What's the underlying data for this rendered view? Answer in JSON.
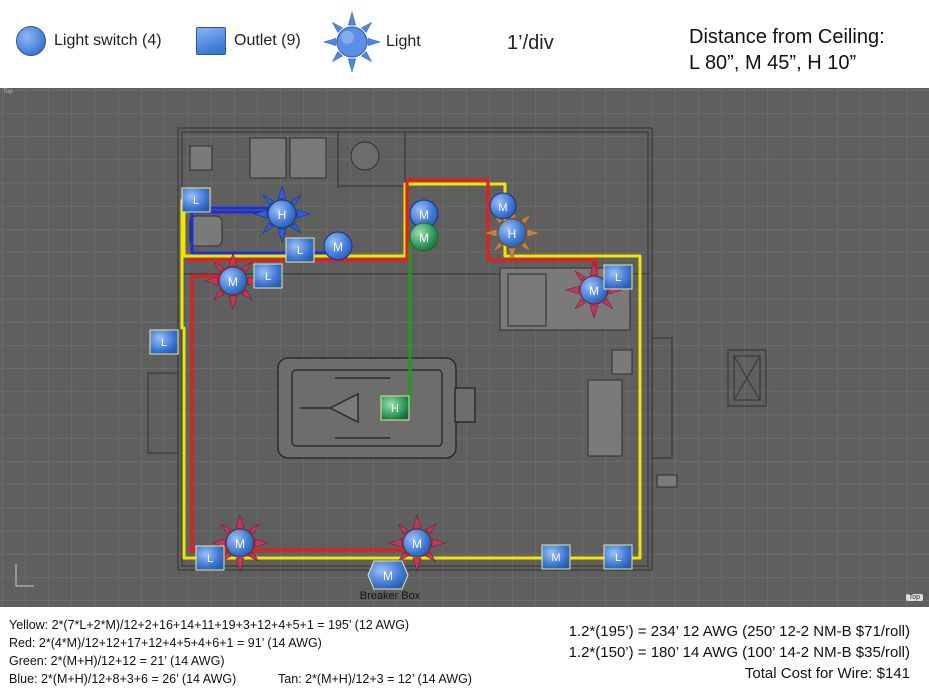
{
  "legend": {
    "switch_label": "Light switch (4)",
    "outlet_label": "Outlet (9)",
    "light_label": "Light",
    "scale": "1’/div",
    "distance_title": "Distance from Ceiling:",
    "distance_values": "L 80”, M 45”, H 10”"
  },
  "plan": {
    "viewport_label_top_left": "Top",
    "viewport_label_bottom_right": "Top",
    "breaker_box_label": "Breaker Box",
    "device_letters": {
      "low": "L",
      "medium": "M",
      "high": "H"
    },
    "wire_colors": {
      "yellow": "#f2e600",
      "red": "#e02020",
      "green": "#1f9a2a",
      "blue": "#1c2fd8",
      "tan": "#c8864a"
    }
  },
  "calculations": {
    "yellow": "Yellow: 2*(7*L+2*M)/12+2+16+14+11+19+3+12+4+5+1 = 195’ (12 AWG)",
    "red": "Red: 2*(4*M)/12+12+17+12+4+5+4+6+1 = 91’ (14 AWG)",
    "green": "Green: 2*(M+H)/12+12 = 21’ (14 AWG)",
    "blue": "Blue: 2*(M+H)/12+8+3+6 = 26’ (14 AWG)",
    "tan": "Tan: 2*(M+H)/12+3 = 12’ (14 AWG)"
  },
  "summary": {
    "line1": "1.2*(195’) = 234’ 12 AWG (250’ 12-2 NM-B $71/roll)",
    "line2": "1.2*(150’) = 180’ 14 AWG (100’ 14-2 NM-B $35/roll)",
    "total": "Total Cost for Wire: $141"
  },
  "icons": [
    "light-switch-icon",
    "outlet-icon",
    "light-icon"
  ]
}
